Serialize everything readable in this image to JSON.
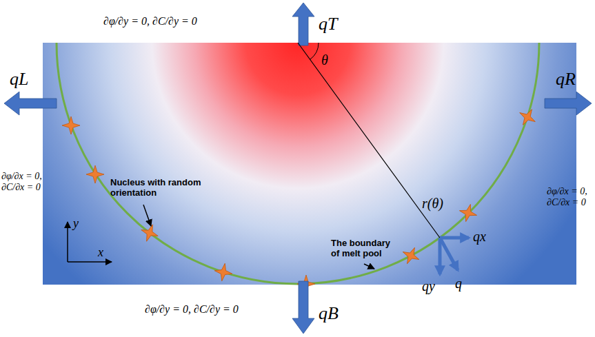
{
  "diagram": {
    "labels": [
      "∂φ/∂y = 0, ∂C/∂y = 0",
      "qT",
      "θ",
      "qL",
      "qR",
      "Nucleus with random orientation",
      "∂φ/∂x = 0, ∂C/∂x = 0",
      "r(θ)",
      "∂φ/∂x = 0, ∂C/∂x = 0",
      "qx",
      "y",
      "The boundary of melt pool",
      "x",
      "qy",
      "q",
      "∂φ/∂y = 0, ∂C/∂y = 0",
      "qB"
    ]
  }
}
